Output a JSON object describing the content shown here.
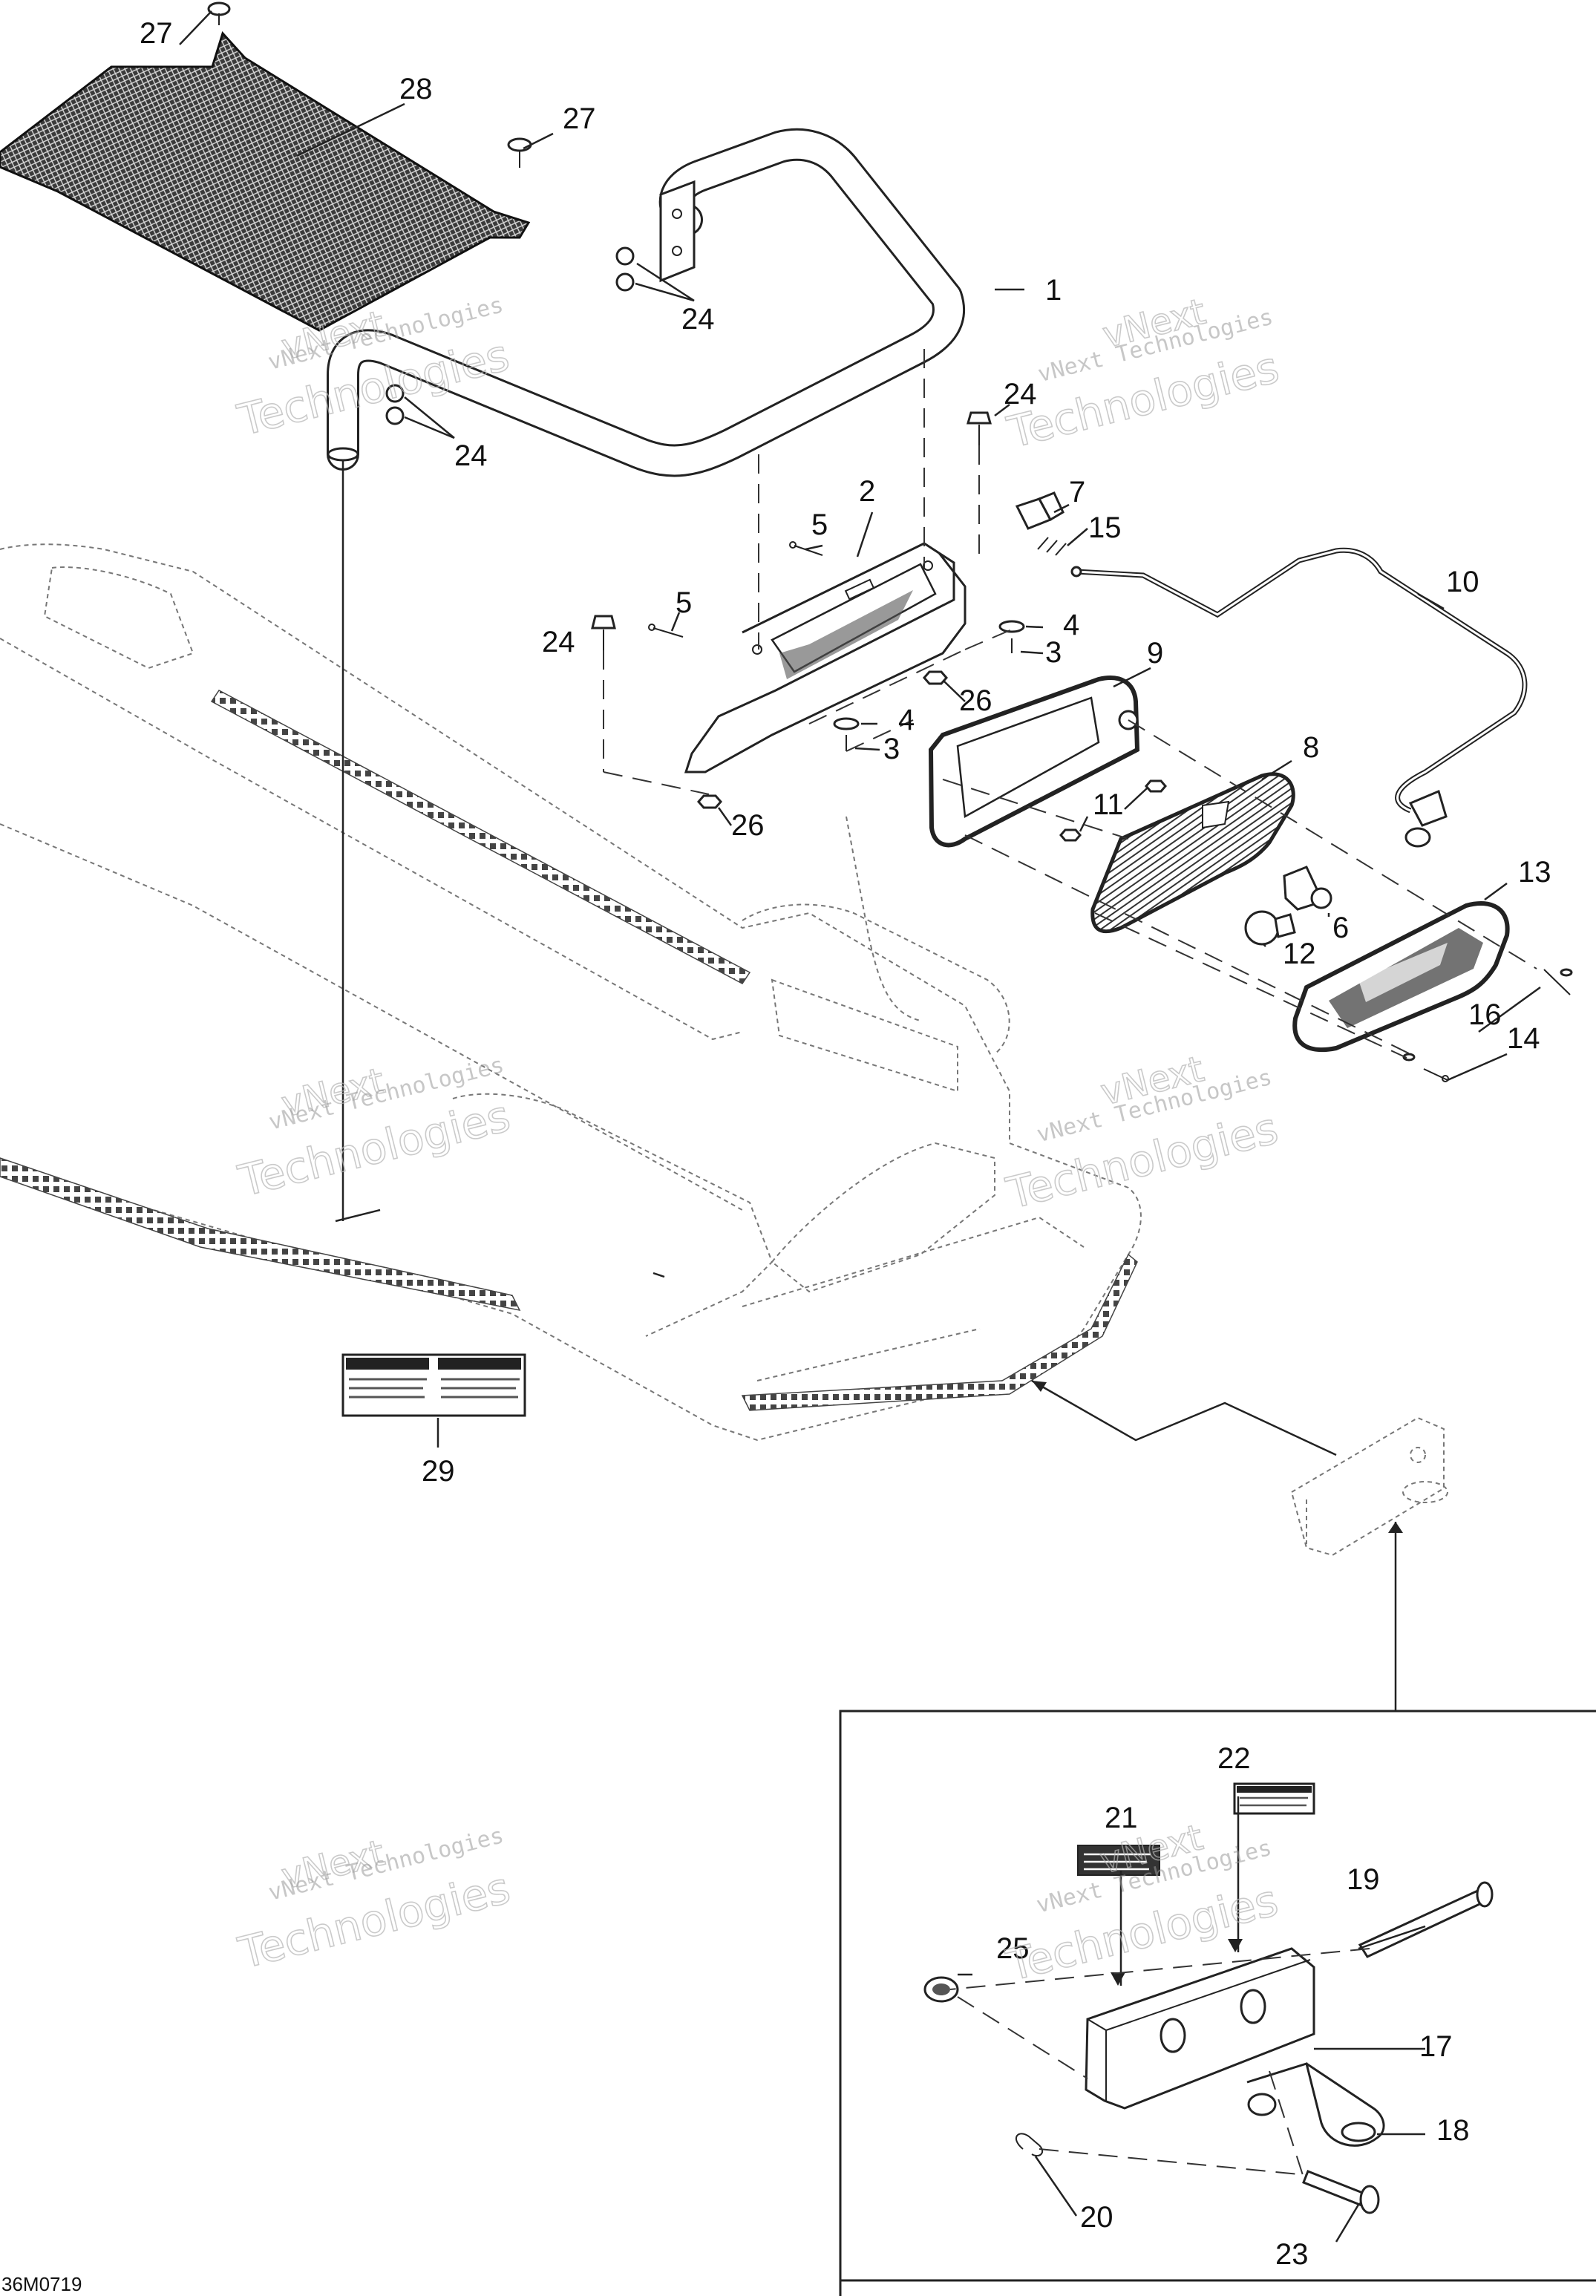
{
  "drawing_code": "36M0719",
  "watermark": {
    "line1": "vNext",
    "line2": "Technologies",
    "line3": "vNext Technologies"
  },
  "callouts": [
    {
      "label": "27"
    },
    {
      "label": "28"
    },
    {
      "label": "27"
    },
    {
      "label": "24"
    },
    {
      "label": "1"
    },
    {
      "label": "24"
    },
    {
      "label": "24"
    },
    {
      "label": "2"
    },
    {
      "label": "7"
    },
    {
      "label": "15"
    },
    {
      "label": "5"
    },
    {
      "label": "5"
    },
    {
      "label": "24"
    },
    {
      "label": "10"
    },
    {
      "label": "4"
    },
    {
      "label": "3"
    },
    {
      "label": "9"
    },
    {
      "label": "26"
    },
    {
      "label": "4"
    },
    {
      "label": "3"
    },
    {
      "label": "8"
    },
    {
      "label": "11"
    },
    {
      "label": "26"
    },
    {
      "label": "13"
    },
    {
      "label": "6"
    },
    {
      "label": "12"
    },
    {
      "label": "16"
    },
    {
      "label": "14"
    },
    {
      "label": "29"
    },
    {
      "label": "22"
    },
    {
      "label": "21"
    },
    {
      "label": "19"
    },
    {
      "label": "25"
    },
    {
      "label": "17"
    },
    {
      "label": "18"
    },
    {
      "label": "20"
    },
    {
      "label": "23"
    }
  ],
  "colors": {
    "ink": "#222222",
    "background": "#ffffff",
    "watermark": "#9a9a9a"
  }
}
